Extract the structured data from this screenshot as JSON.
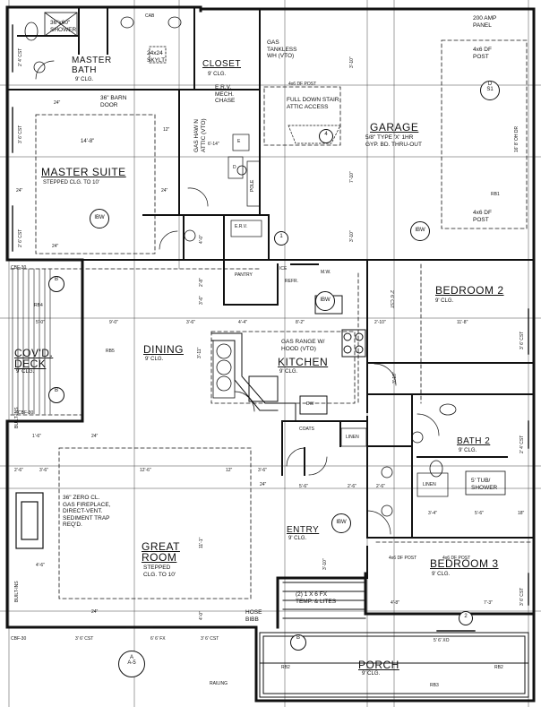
{
  "rooms": {
    "master_bath": {
      "name": "MASTER\nBATH",
      "ceiling": "9' CLG."
    },
    "closet": {
      "name": "CLOSET",
      "ceiling": "9' CLG."
    },
    "garage": {
      "name": "GARAGE",
      "note": "5/8\" TYPE 'X' 1HR\nGYP. BD. THRU-OUT"
    },
    "master_suite": {
      "name": "MASTER SUITE",
      "ceiling": "STEPPED CLG. TO 10'"
    },
    "bedroom2": {
      "name": "BEDROOM 2",
      "ceiling": "9' CLG."
    },
    "covd_deck": {
      "name": "COV'D.\nDECK",
      "ceiling": "9' CLG."
    },
    "dining": {
      "name": "DINING",
      "ceiling": "9' CLG."
    },
    "kitchen": {
      "name": "KITCHEN",
      "ceiling": "9' CLG."
    },
    "bath2": {
      "name": "BATH 2",
      "ceiling": "9' CLG."
    },
    "great_room": {
      "name": "GREAT\nROOM",
      "ceiling": "STEPPED\nCLG. TO 10'"
    },
    "entry": {
      "name": "ENTRY",
      "ceiling": "9' CLG."
    },
    "bedroom3": {
      "name": "BEDROOM 3",
      "ceiling": "9' CLG."
    },
    "porch": {
      "name": "PORCH",
      "ceiling": "9' CLG."
    }
  },
  "notes": {
    "shower": "36\"x60\"\nSHOWER",
    "cab": "CAB",
    "skylight": "24x24\nSKYLT",
    "erv_chase": "E.R.V.\nMECH.\nCHASE",
    "barn_door": "36\" BARN\nDOOR",
    "gas_wh": "GAS\nTANKLESS\nWH (VTO)",
    "df_post_top": "4x6 DF POST",
    "pull_down": "FULL DOWN STAIR\nATTIC ACCESS",
    "panel": "200 AMP\nPANEL",
    "df_post_garage": "4x6 DF\nPOST",
    "df_post_garage2": "4x6 DF\nPOST",
    "rb1": "RB1",
    "gas_range": "GAS RANGE W/\nHOOD (VTO)",
    "pantry": "PANTRY",
    "ice": "ICE",
    "refr": "REFR.",
    "mw": "M.W.",
    "dw": "DW",
    "coats": "COATS",
    "linen1": "LINEN",
    "linen2": "LINEN",
    "tub": "5' TUB/\nSHOWER",
    "fireplace": "36\" ZERO CL.\nGAS FIREPLACE,\nDIRECT-VENT.\nSEDIMENT TRAP\nREQ'D.",
    "step_rail": "(2) 1 X 6 FX\nTEMP. & LITES",
    "hose_bibb": "HOSE\nBIBB",
    "railing": "RAILING",
    "rb2a": "RB2",
    "rb2b": "RB2",
    "rb3": "RB3",
    "rb4": "RB4",
    "rb5": "RB5",
    "erv": "E.R.V.",
    "df_post_b3a": "4x6 DF POST",
    "df_post_b3b": "4x6 DF POST",
    "cbf_top": "CBF-30",
    "cbf_mid": "CBF-30",
    "cbf_bot": "CBF-30",
    "built_ins_a": "BUILT-INS",
    "built_ins_b": "BUILT-INS",
    "pole": "POLE",
    "gas_attic": "GAS HAW N\nATTIC (VTO)",
    "e": "E",
    "d": "D"
  },
  "dims": {
    "d14_8": "14'-8\"",
    "d12a": "12\"",
    "d6_14": "6'-14\"",
    "d24a": "24\"",
    "d24b": "24\"",
    "d24c": "24\"",
    "d24d": "24\"",
    "d24e": "24\"",
    "d24f": "24\"",
    "d24g": "24\"",
    "d5_0": "5'-0\"",
    "d9_0": "9'-0\"",
    "d3_6a": "3'-6\"",
    "d4_4": "4'-4\"",
    "d8_2": "8'-2\"",
    "d2_10a": "2'-10\"",
    "d11_8": "11'-8\"",
    "d3_11": "3'-11\"",
    "d2_6": "2'-6\"",
    "d3_6b": "3'-6\"",
    "d12_6": "12'-6\"",
    "d12b": "12\"",
    "d3_6c": "3'-6\"",
    "d11_1": "11'-1\"",
    "d4_6": "4'-6\"",
    "d3_10a": "3'-10\"",
    "d3_10b": "3'-10\"",
    "d7_10": "7'-10\"",
    "d3_10c": "3'-10\"",
    "d4_0a": "4'-0\"",
    "d2_8": "2'-8\"",
    "d3_6d": "3'-6\"",
    "d5_6": "5'-6\"",
    "d2_6b": "2'-6\"",
    "d3_4": "3'-4\"",
    "d5_6b": "5'-6\"",
    "d4_8": "4'-8\"",
    "d7_3": "7'-3\"",
    "d4_0b": "4'-0\"",
    "d3_10d": "3'-10\"",
    "d1_6": "1'-6\"",
    "d18": "18\"",
    "d2_6c": "2'-6\""
  },
  "windows": {
    "w_top_left": "2' 4' CST",
    "w_ms1": "3' 6' CST",
    "w_ms2": "2' 6' CST",
    "w_g1": "3' 6' CST",
    "w_g2": "2' 6' CST",
    "w_g3": "3' 6' CST",
    "w_great": "6' 6' FX",
    "w_porch": "5' 6' XO",
    "w_b2": "3' 6' CST",
    "w_b3": "3' 6' CST",
    "w_bath2": "2' 4' CST",
    "w_garage_side": "16' 8' OH DR"
  },
  "callouts": {
    "ibw": "IBW",
    "tag1": "1",
    "tag2": "2",
    "tag4": "4",
    "sectA": "A",
    "sectA5": "A-5",
    "sectB": "B",
    "sectS1": "S1",
    "sectD": "D"
  }
}
